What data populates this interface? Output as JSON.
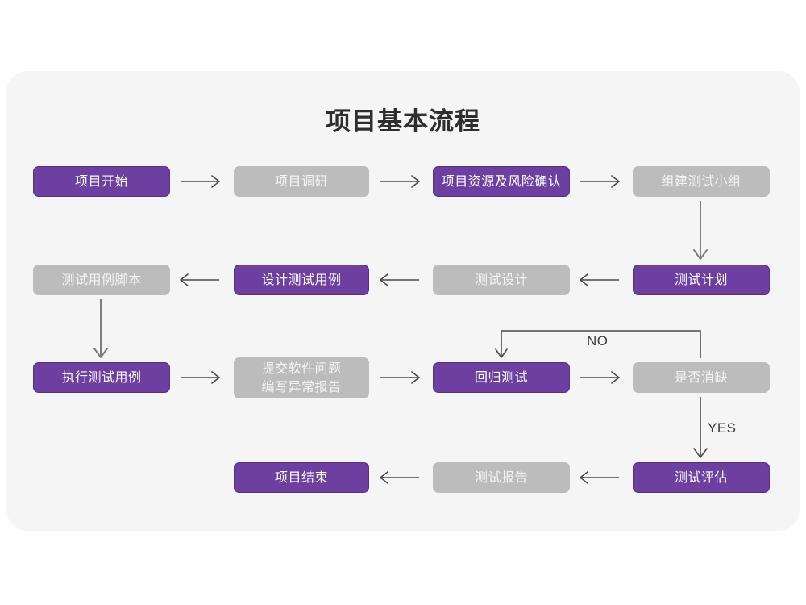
{
  "page": {
    "background": "#ffffff",
    "card_background": "#f5f5f5"
  },
  "title": "项目基本流程",
  "colors": {
    "purple_fill": "#6c3fa1",
    "purple_border": "#553080",
    "gray_fill": "#bcbcbc",
    "gray_text": "#f4f4f4",
    "purple_text": "#ffffff",
    "connector": "#4a4a4a",
    "connector_gray": "#7d7d7d",
    "title_text": "#2e2e2e"
  },
  "chart_data": {
    "type": "diagram",
    "title": "项目基本流程",
    "nodes": [
      {
        "id": "n1",
        "label": "项目开始",
        "style": "purple",
        "row": 1,
        "col": 1
      },
      {
        "id": "n2",
        "label": "项目调研",
        "style": "gray",
        "row": 1,
        "col": 2
      },
      {
        "id": "n3",
        "label": "项目资源及风险确认",
        "style": "purple",
        "row": 1,
        "col": 3
      },
      {
        "id": "n4",
        "label": "组建测试小组",
        "style": "gray",
        "row": 1,
        "col": 4
      },
      {
        "id": "n5",
        "label": "测试用例脚本",
        "style": "gray",
        "row": 2,
        "col": 1
      },
      {
        "id": "n6",
        "label": "设计测试用例",
        "style": "purple",
        "row": 2,
        "col": 2
      },
      {
        "id": "n7",
        "label": "测试设计",
        "style": "gray",
        "row": 2,
        "col": 3
      },
      {
        "id": "n8",
        "label": "测试计划",
        "style": "purple",
        "row": 2,
        "col": 4
      },
      {
        "id": "n9",
        "label": "执行测试用例",
        "style": "purple",
        "row": 3,
        "col": 1
      },
      {
        "id": "n10",
        "label": "提交软件问题\n编写异常报告",
        "style": "gray",
        "row": 3,
        "col": 2
      },
      {
        "id": "n11",
        "label": "回归测试",
        "style": "purple",
        "row": 3,
        "col": 3
      },
      {
        "id": "n12",
        "label": "是否消缺",
        "style": "gray",
        "row": 3,
        "col": 4
      },
      {
        "id": "n13",
        "label": "项目结束",
        "style": "purple",
        "row": 4,
        "col": 2
      },
      {
        "id": "n14",
        "label": "测试报告",
        "style": "gray",
        "row": 4,
        "col": 3
      },
      {
        "id": "n15",
        "label": "测试评估",
        "style": "purple",
        "row": 4,
        "col": 4
      }
    ],
    "edges": [
      {
        "from": "n1",
        "to": "n2",
        "dir": "right",
        "label": ""
      },
      {
        "from": "n2",
        "to": "n3",
        "dir": "right",
        "label": ""
      },
      {
        "from": "n3",
        "to": "n4",
        "dir": "right",
        "label": ""
      },
      {
        "from": "n4",
        "to": "n8",
        "dir": "down",
        "label": ""
      },
      {
        "from": "n8",
        "to": "n7",
        "dir": "left",
        "label": ""
      },
      {
        "from": "n7",
        "to": "n6",
        "dir": "left",
        "label": ""
      },
      {
        "from": "n6",
        "to": "n5",
        "dir": "left",
        "label": ""
      },
      {
        "from": "n5",
        "to": "n9",
        "dir": "down",
        "label": ""
      },
      {
        "from": "n9",
        "to": "n10",
        "dir": "right",
        "label": ""
      },
      {
        "from": "n10",
        "to": "n11",
        "dir": "right",
        "label": ""
      },
      {
        "from": "n11",
        "to": "n12",
        "dir": "right",
        "label": ""
      },
      {
        "from": "n12",
        "to": "n11",
        "dir": "loop-up",
        "label": "NO"
      },
      {
        "from": "n12",
        "to": "n15",
        "dir": "down",
        "label": "YES"
      },
      {
        "from": "n15",
        "to": "n14",
        "dir": "left",
        "label": ""
      },
      {
        "from": "n14",
        "to": "n13",
        "dir": "left",
        "label": ""
      }
    ],
    "branch_labels": [
      "NO",
      "YES"
    ]
  }
}
